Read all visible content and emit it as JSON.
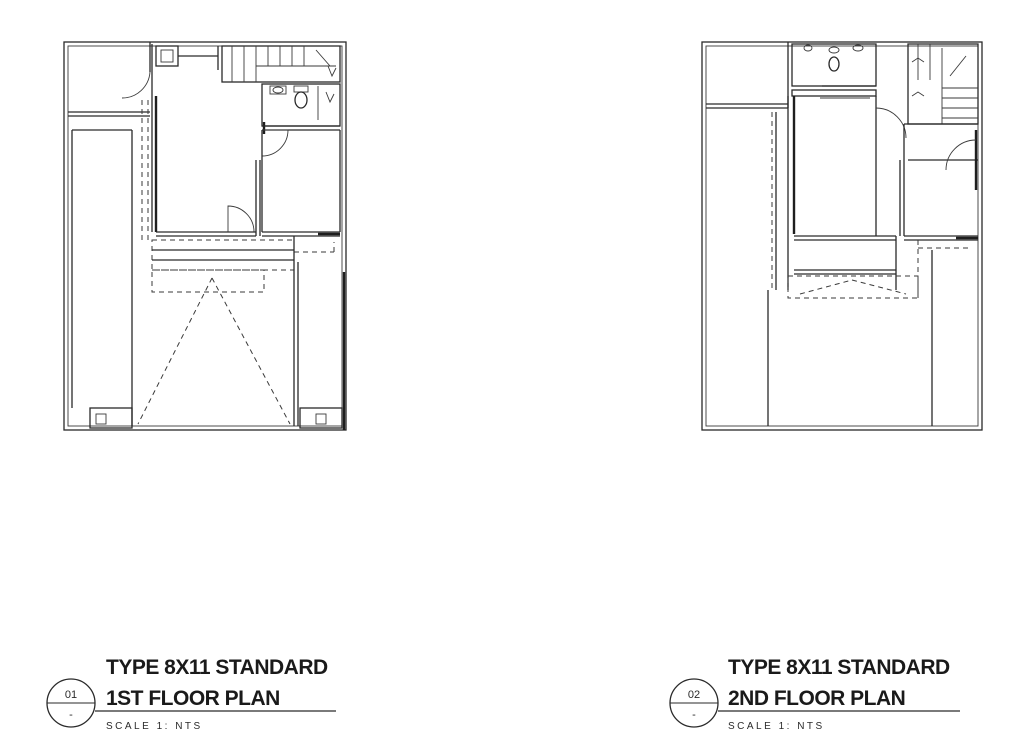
{
  "drawings": [
    {
      "id": "01",
      "subtitle": "-",
      "title_line_1": "TYPE 8X11 STANDARD",
      "title_line_2": "1ST FLOOR PLAN",
      "scale": "SCALE 1: NTS"
    },
    {
      "id": "02",
      "subtitle": "-",
      "title_line_1": "TYPE 8X11 STANDARD",
      "title_line_2": "2ND FLOOR PLAN",
      "scale": "SCALE 1: NTS"
    }
  ],
  "line_color": "#2a2a2a"
}
